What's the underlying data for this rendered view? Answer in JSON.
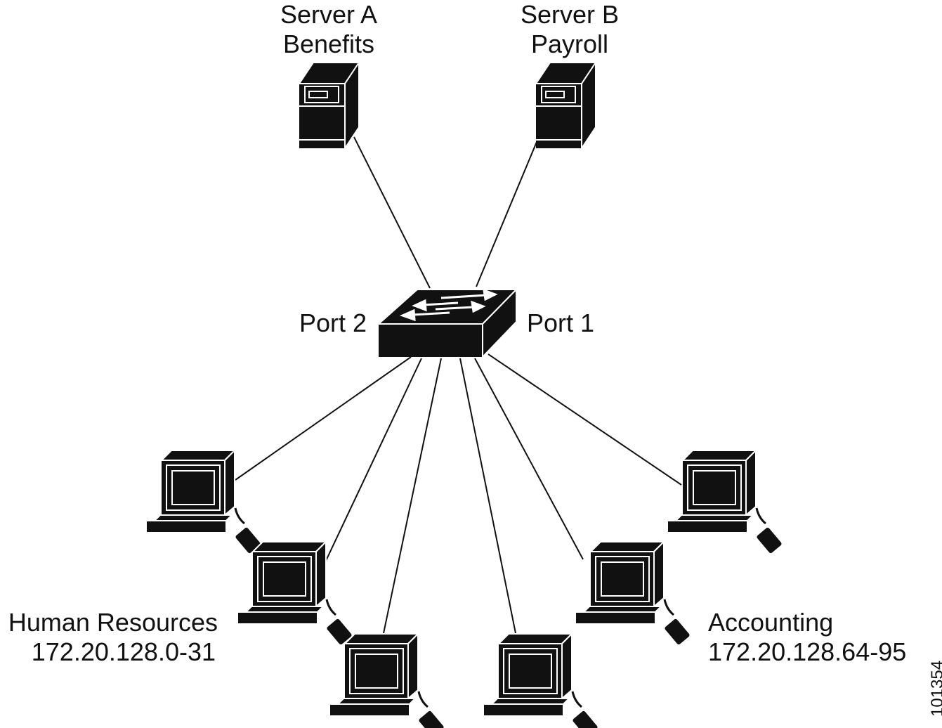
{
  "servers": [
    {
      "name": "Server A",
      "role": "Benefits"
    },
    {
      "name": "Server B",
      "role": "Payroll"
    }
  ],
  "switch": {
    "port_left": "Port 2",
    "port_right": "Port 1"
  },
  "groups": [
    {
      "name": "Human Resources",
      "range": "172.20.128.0-31"
    },
    {
      "name": "Accounting",
      "range": "172.20.128.64-95"
    }
  ],
  "figure_id": "101354",
  "colors": {
    "ink": "#111111",
    "background": "#ffffff"
  }
}
